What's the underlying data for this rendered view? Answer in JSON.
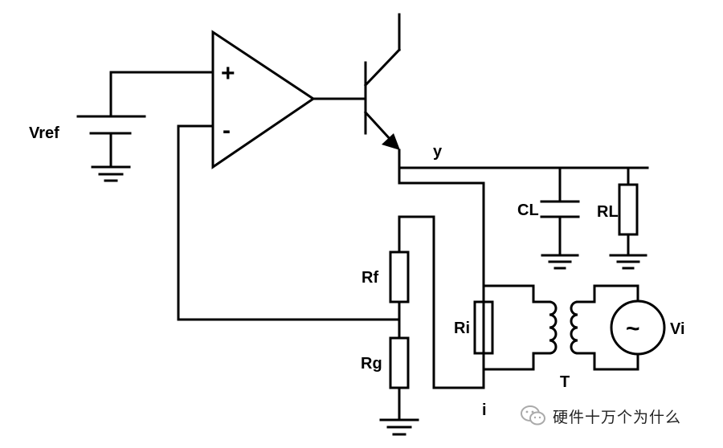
{
  "labels": {
    "vref": "Vref",
    "plus": "+",
    "minus": "-",
    "y": "y",
    "cl": "CL",
    "rl": "RL",
    "rf": "Rf",
    "rg": "Rg",
    "ri": "Ri",
    "vi": "Vi",
    "t": "T",
    "i": "i",
    "source_symbol": "~"
  },
  "watermark": {
    "text": "硬件十万个为什么",
    "icon": "wechat-icon"
  }
}
